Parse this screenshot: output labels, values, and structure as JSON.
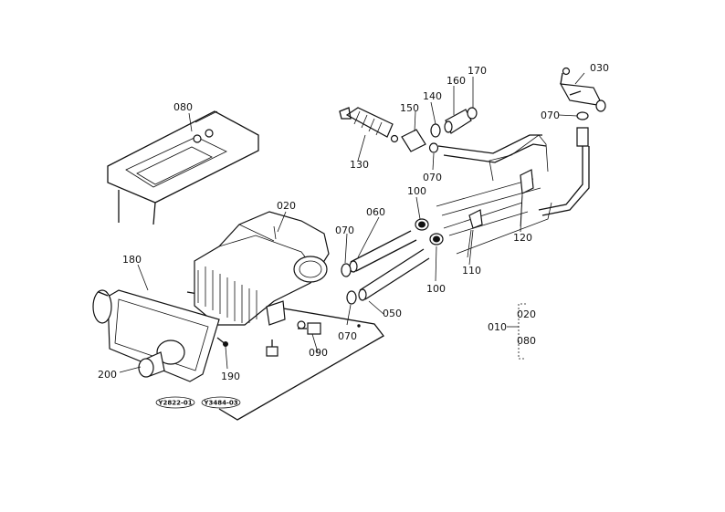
{
  "labels": {
    "p010": "010",
    "p020": "020",
    "p020b": "020",
    "p030": "030",
    "p050": "050",
    "p060": "060",
    "p070a": "070",
    "p070b": "070",
    "p070c": "070",
    "p070d": "070",
    "p080": "080",
    "p080b": "080",
    "p090": "090",
    "p100a": "100",
    "p100b": "100",
    "p110": "110",
    "p120": "120",
    "p130": "130",
    "p140": "140",
    "p150": "150",
    "p160": "160",
    "p170": "170",
    "p180": "180",
    "p190": "190",
    "p200": "200"
  },
  "codes": {
    "code1": "Y2822-01",
    "code2": "Y3484-03"
  }
}
